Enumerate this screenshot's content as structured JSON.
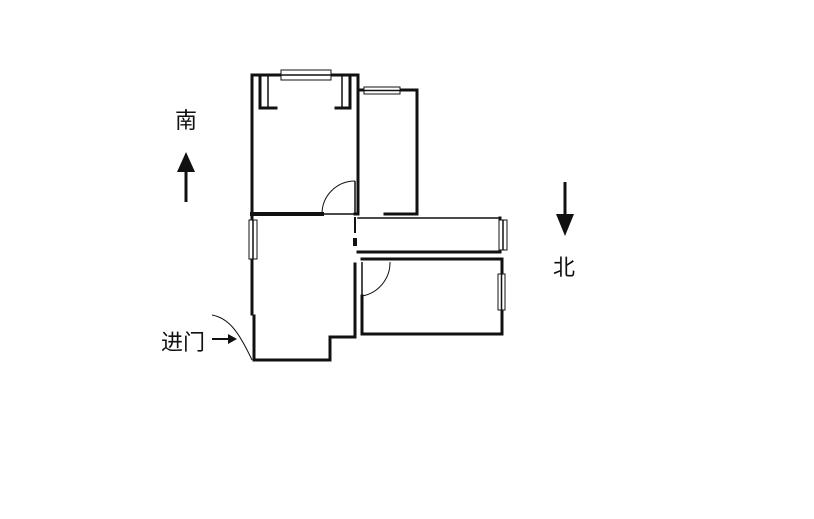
{
  "labels": {
    "south": "南",
    "north": "北",
    "entrance": "进门"
  },
  "colors": {
    "wall": "#111111",
    "background": "#ffffff"
  }
}
